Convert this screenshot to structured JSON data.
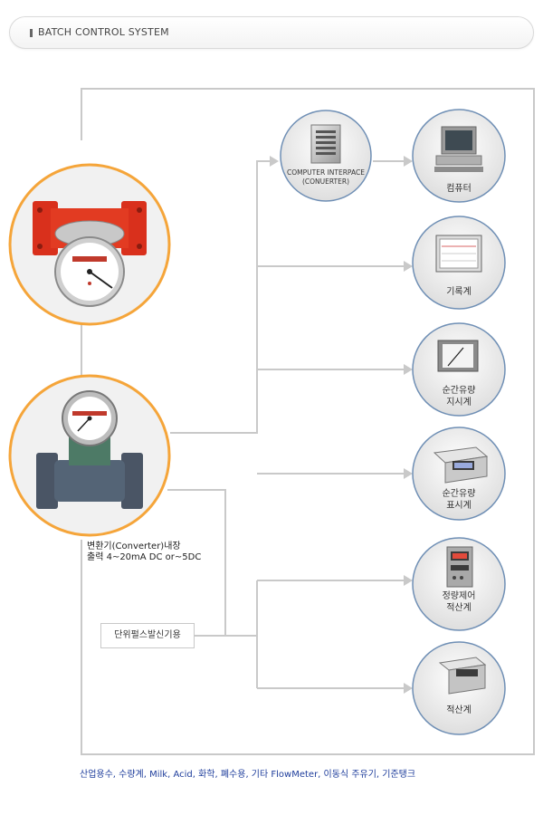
{
  "header": {
    "title": "BATCH CONTROL SYSTEM"
  },
  "interface": {
    "line1": "COMPUTER  INTERPACE",
    "line2": "(CONUERTER)"
  },
  "devices": {
    "computer": {
      "label1": "컴퓨터",
      "label2": ""
    },
    "recorder": {
      "label1": "기록계",
      "label2": ""
    },
    "flow_indicator": {
      "label1": "순간유량",
      "label2": "지시계"
    },
    "flow_display": {
      "label1": "순간유량",
      "label2": "표시계"
    },
    "batch_controller": {
      "label1": "정량제어",
      "label2": "적산계"
    },
    "totalizer": {
      "label1": "적산계",
      "label2": ""
    }
  },
  "converter": {
    "line1": "변환기(Converter)내장",
    "line2": "출력 4~20mA DC or~5DC"
  },
  "pulse": {
    "label": "단위펄스발신기용"
  },
  "footer": {
    "text": "산업용수, 수량계, Milk, Acid, 화학, 폐수용, 기타 FlowMeter, 이동식 주유기, 기준탱크"
  },
  "colors": {
    "accent_ring": "#f5a53a",
    "connector": "#c9c9c9",
    "circle_border": "#6f8fb5",
    "footer_text": "#1f3e9c"
  }
}
